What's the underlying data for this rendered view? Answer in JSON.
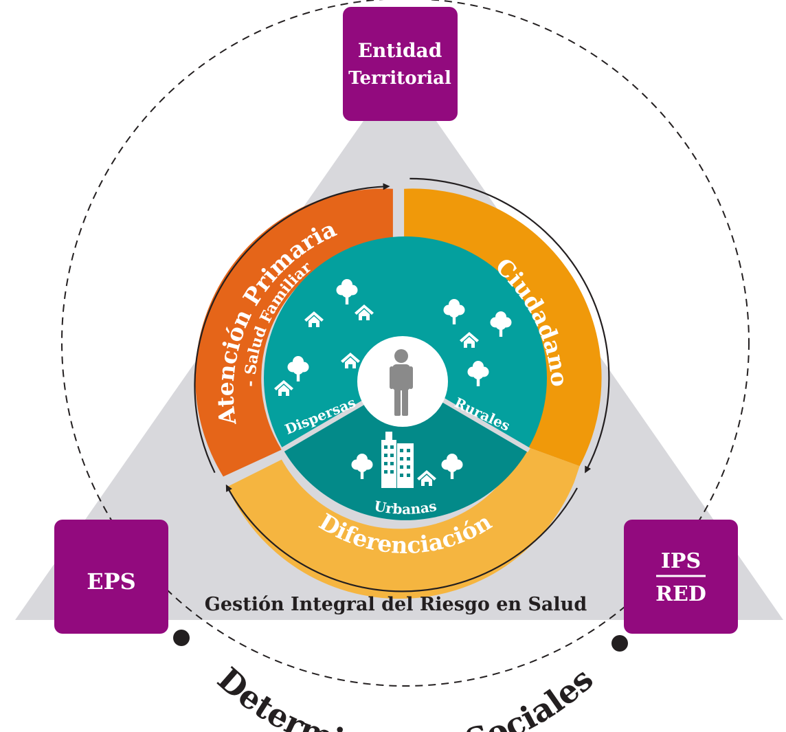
{
  "nodes": {
    "entidad": {
      "line1": "Entidad",
      "line2": "Territorial"
    },
    "eps": {
      "label": "EPS"
    },
    "ips": {
      "line1": "IPS",
      "line2": "RED"
    }
  },
  "ring": {
    "atencion": "Atención Primaria",
    "salud_familiar": "- Salud Familiar",
    "ciudadano": "Ciudadano",
    "diferenciacion": "Diferenciación"
  },
  "zones": {
    "dispersas": "Dispersas",
    "rurales": "Rurales",
    "urbanas": "Urbanas"
  },
  "footer": {
    "gestion": "Gestión Integral del Riesgo en Salud",
    "determinantes": "Determinantes Sociales"
  },
  "center_icon": "person-icon",
  "colors": {
    "purple": "#920a7e",
    "triangle": "#d8d8dc",
    "orange_dark": "#e56519",
    "orange": "#f0990a",
    "orange_light": "#f5b540",
    "teal": "#04a09e",
    "teal_dark": "#038a89",
    "text_dark": "#231f20"
  }
}
